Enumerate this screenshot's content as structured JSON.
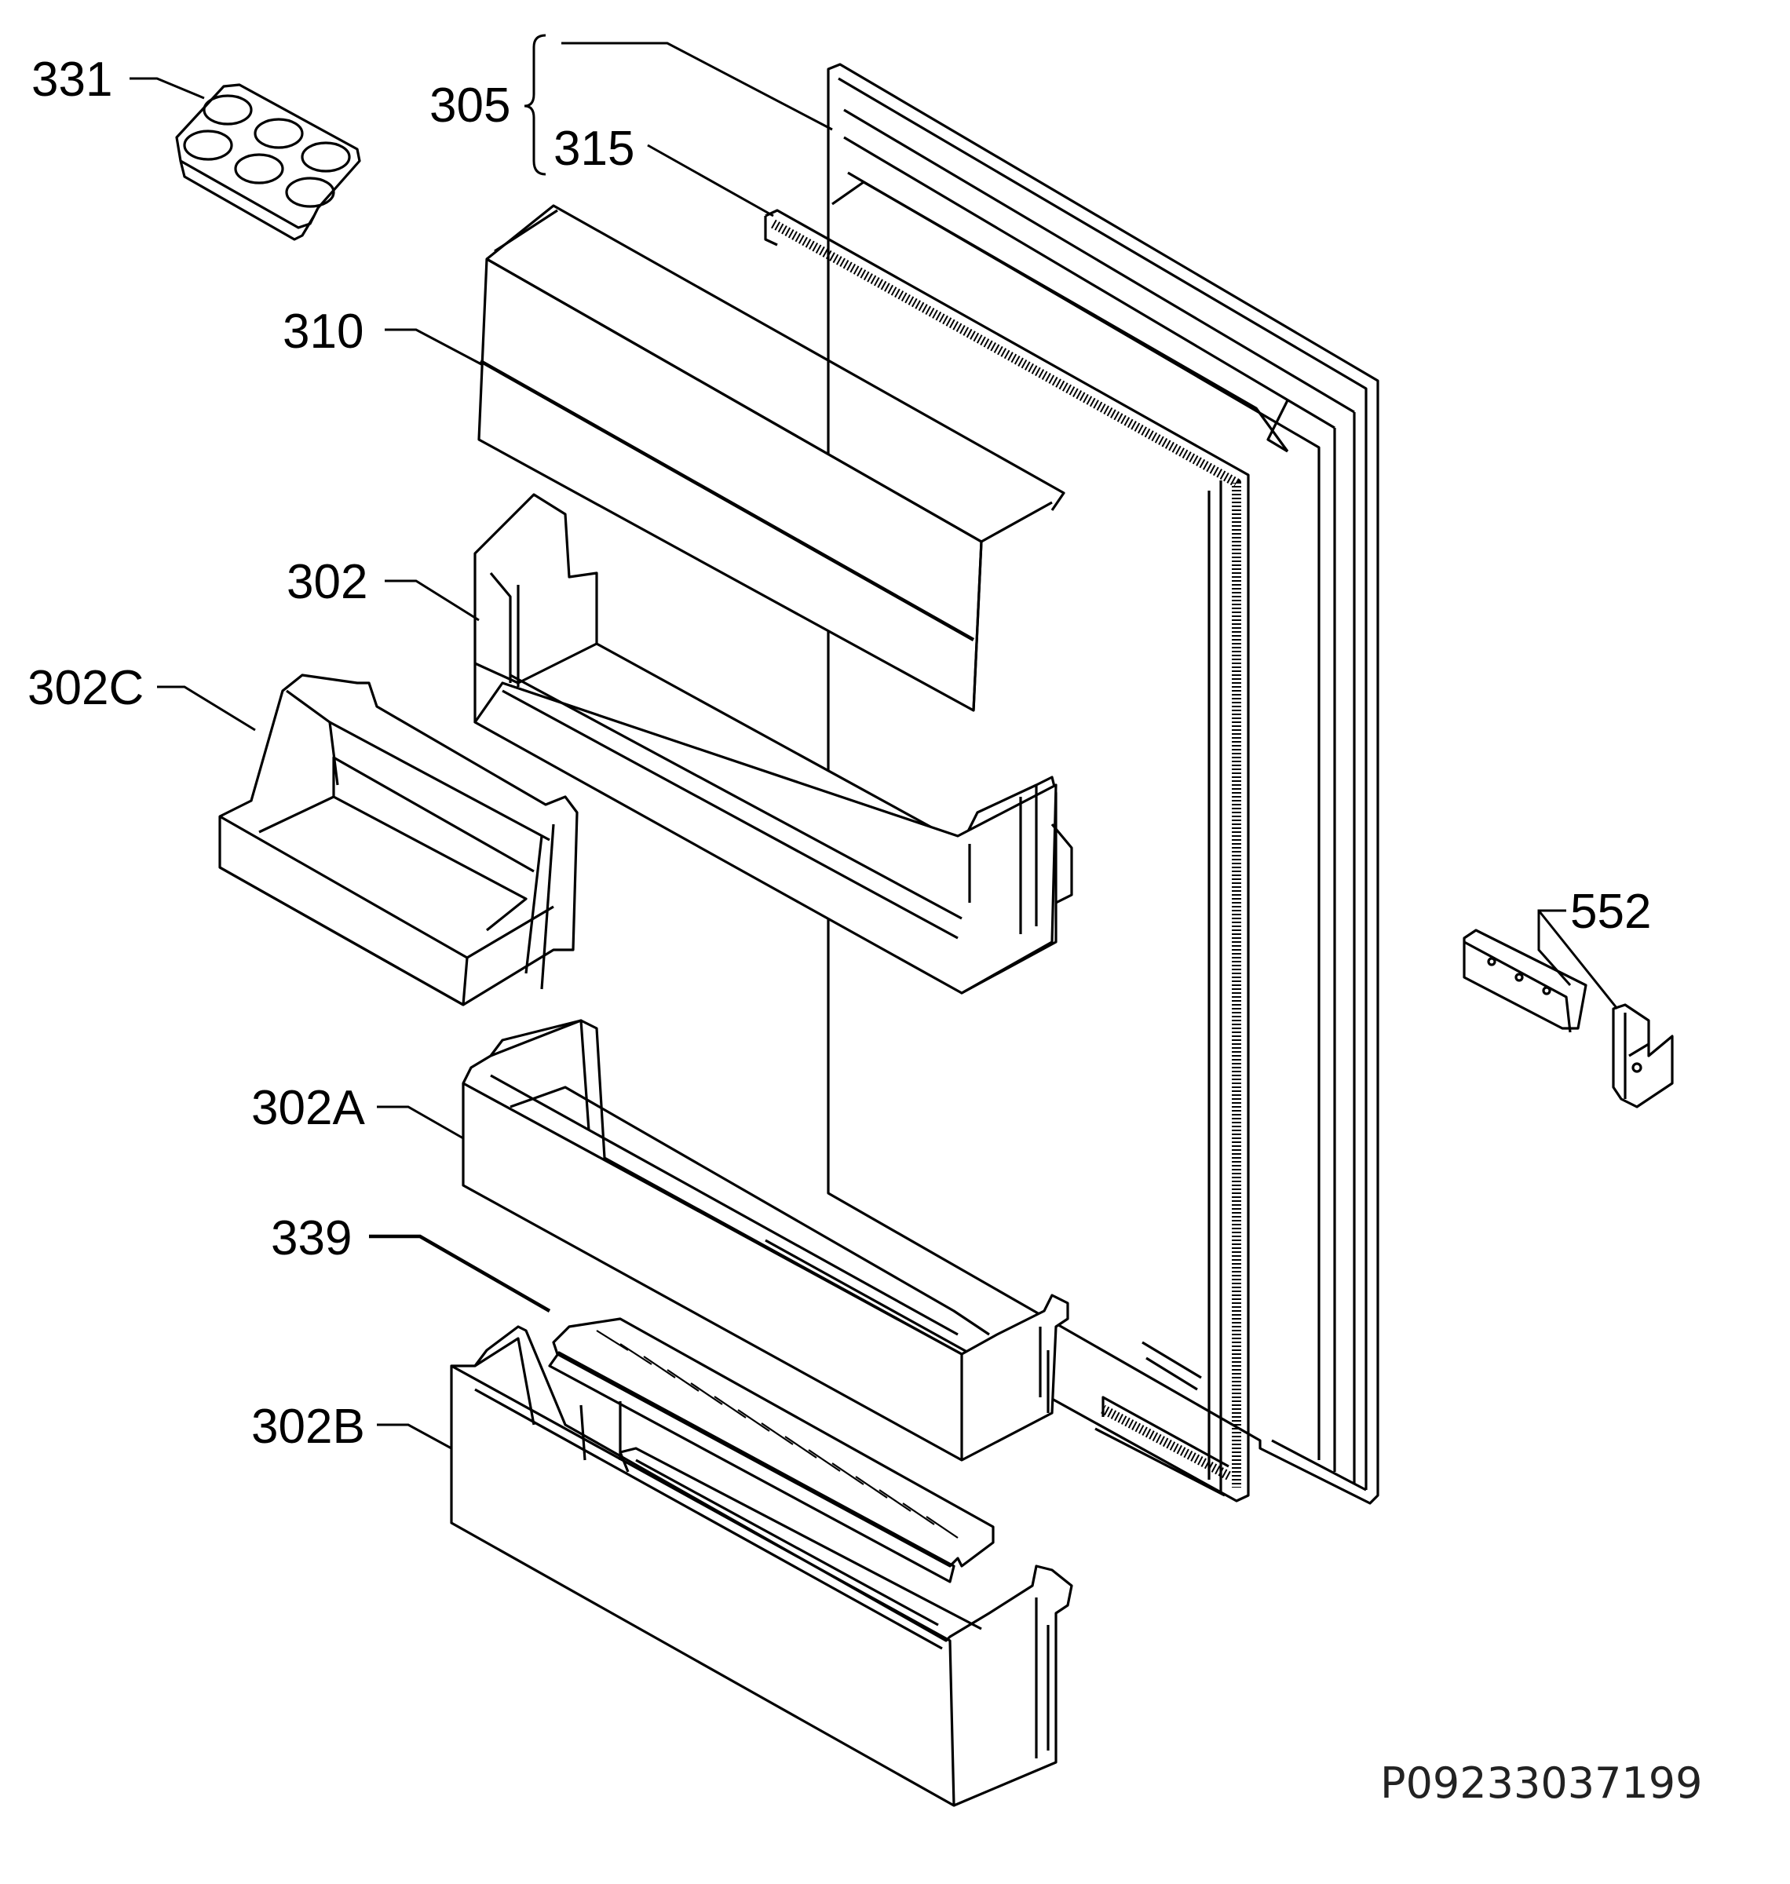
{
  "diagram": {
    "labels": {
      "p331": "331",
      "p305": "305",
      "p315": "315",
      "p310": "310",
      "p302": "302",
      "p302c": "302C",
      "p302a": "302A",
      "p339": "339",
      "p302b": "302B",
      "p552": "552"
    },
    "drawing_code": "P09233037199"
  }
}
